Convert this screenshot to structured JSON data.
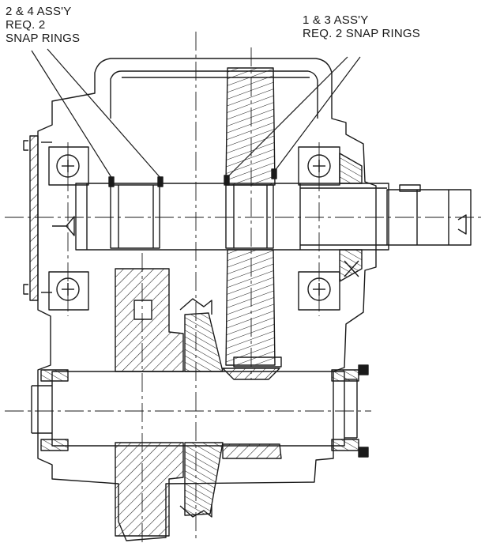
{
  "callouts": {
    "left": {
      "line1": "2 & 4 ASS'Y",
      "line2": "REQ. 2",
      "line3": "SNAP RINGS"
    },
    "right": {
      "line1": "1 & 3 ASS'Y",
      "line2": "REQ. 2 SNAP RINGS"
    }
  },
  "colors": {
    "ink": "#1a1a1a",
    "paper": "#ffffff"
  }
}
